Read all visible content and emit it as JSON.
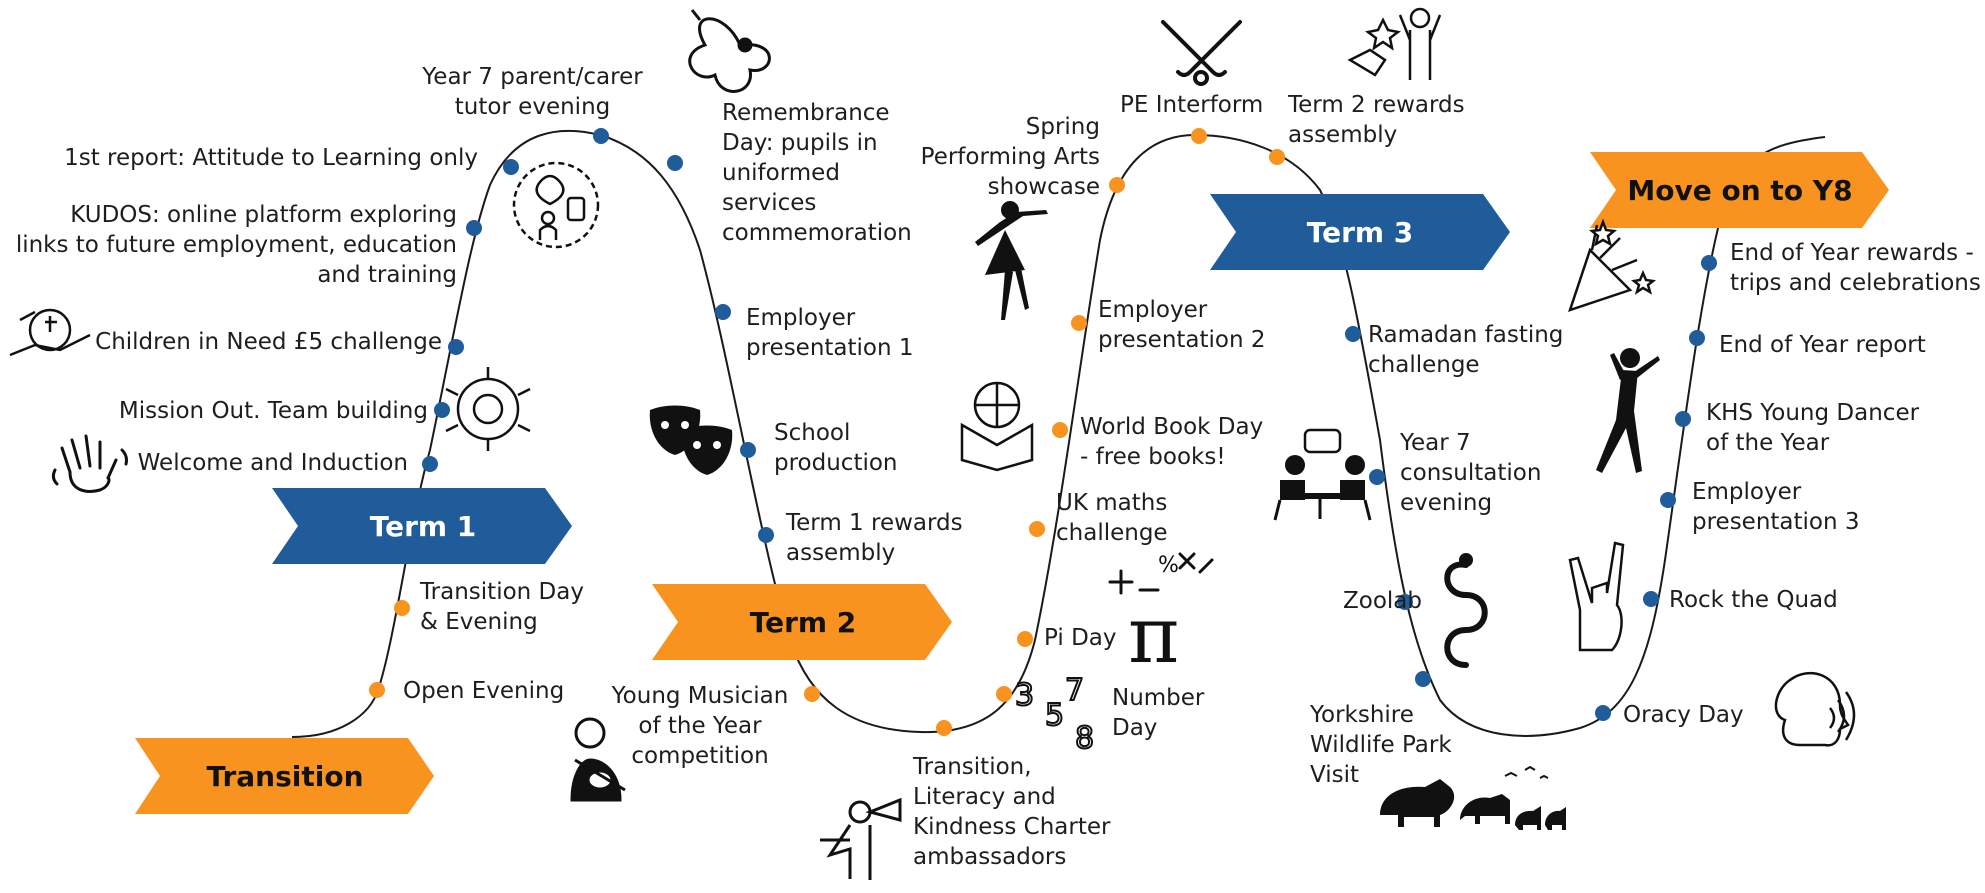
{
  "colors": {
    "blue": "#1f5c99",
    "orange": "#f7931e",
    "line": "#1a1a1a"
  },
  "banners": {
    "transition": "Transition",
    "term1": "Term 1",
    "term2": "Term 2",
    "term3": "Term 3",
    "move_on": "Move on to Y8"
  },
  "events": {
    "open_evening": "Open Evening",
    "transition_day": "Transition Day\n& Evening",
    "welcome": "Welcome and Induction",
    "mission_out": "Mission Out. Team building",
    "children_in_need": "Children in Need £5 challenge",
    "kudos": "KUDOS: online platform exploring\nlinks to future employment, education\nand training",
    "first_report": "1st report: Attitude to Learning only",
    "parent_evening": "Year 7 parent/carer\ntutor evening",
    "remembrance": "Remembrance\nDay: pupils in\nuniformed\nservices\ncommemoration",
    "employer1": "Employer\npresentation 1",
    "school_production": "School\nproduction",
    "term1_rewards": "Term 1 rewards\nassembly",
    "young_musician": "Young Musician\nof the Year\ncompetition",
    "ambassadors": "Transition,\nLiteracy and\nKindness Charter\nambassadors",
    "number_day": "Number\nDay",
    "pi_day": "Pi Day",
    "uk_maths": "UK maths\nchallenge",
    "world_book_day": "World Book Day\n- free books!",
    "employer2": "Employer\npresentation 2",
    "spring_showcase": "Spring\nPerforming Arts\nshowcase",
    "pe_interform": "PE Interform",
    "term2_rewards": "Term 2 rewards\nassembly",
    "ramadan": "Ramadan fasting\nchallenge",
    "consultation": "Year 7\nconsultation\nevening",
    "zoolab": "Zoolab",
    "yorkshire": "Yorkshire\nWildlife Park\nVisit",
    "oracy": "Oracy Day",
    "rock_quad": "Rock the Quad",
    "employer3": "Employer\npresentation 3",
    "young_dancer": "KHS Young Dancer\nof the Year",
    "eoy_report": "End of Year report",
    "eoy_rewards": "End of Year rewards -\ntrips and celebrations"
  },
  "icons": {
    "wave": "waving-hand-icon",
    "team": "team-circle-icon",
    "charity": "charity-hands-icon",
    "feedback": "feedback-people-icon",
    "poppy": "poppy-icon",
    "masks": "theatre-masks-icon",
    "guitar": "guitarist-icon",
    "megaphone": "megaphone-hero-icon",
    "numbers": "number-digits-icon",
    "pi": "pi-symbol-icon",
    "maths": "maths-operators-icon",
    "book": "globe-book-icon",
    "ballet": "ballet-dancer-icon",
    "hockey": "hockey-sticks-icon",
    "rewards": "reward-person-icon",
    "meeting": "consultation-meeting-icon",
    "snake": "snake-icon",
    "animals": "wildlife-animals-icon",
    "speaking": "speaking-head-icon",
    "rock": "rock-hand-icon",
    "dancer": "dancer-icon",
    "party": "party-popper-icon"
  }
}
